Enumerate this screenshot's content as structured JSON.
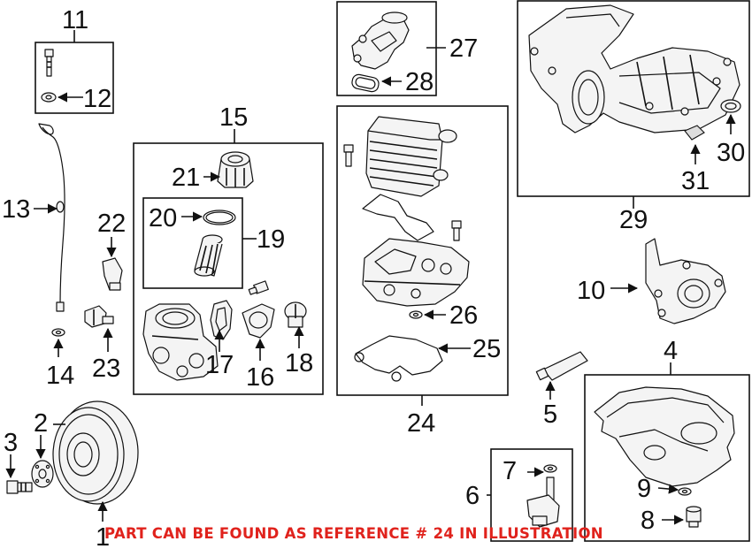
{
  "callouts": {
    "c1": "1",
    "c2": "2",
    "c3": "3",
    "c4": "4",
    "c5": "5",
    "c6": "6",
    "c7": "7",
    "c8": "8",
    "c9": "9",
    "c10": "10",
    "c11": "11",
    "c12": "12",
    "c13": "13",
    "c14": "14",
    "c15": "15",
    "c16": "16",
    "c17": "17",
    "c18": "18",
    "c19": "19",
    "c20": "20",
    "c21": "21",
    "c22": "22",
    "c23": "23",
    "c24": "24",
    "c25": "25",
    "c26": "26",
    "c27": "27",
    "c28": "28",
    "c29": "29",
    "c30": "30",
    "c31": "31"
  },
  "notice": "PART CAN BE FOUND AS REFERENCE # 24 IN ILLUSTRATION",
  "colors": {
    "notice": "#e0221c",
    "ink": "#111111"
  }
}
